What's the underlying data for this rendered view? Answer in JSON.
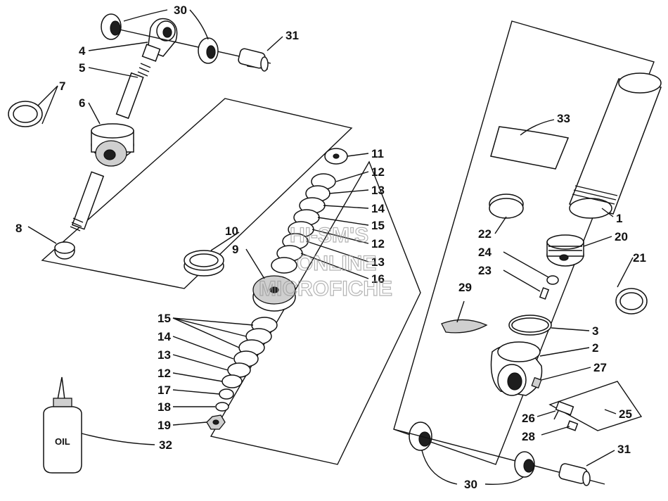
{
  "diagram": {
    "labels": {
      "p1": "1",
      "p2": "2",
      "p3": "3",
      "p4": "4",
      "p5": "5",
      "p6": "6",
      "p7": "7",
      "p8": "8",
      "p9": "9",
      "p10": "10",
      "p11": "11",
      "p12a": "12",
      "p13a": "13",
      "p14a": "14",
      "p15a": "15",
      "p12b": "12",
      "p13b": "13",
      "p16": "16",
      "p15b": "15",
      "p14b": "14",
      "p13c": "13",
      "p12c": "12",
      "p17": "17",
      "p18": "18",
      "p19": "19",
      "p20": "20",
      "p21": "21",
      "p22": "22",
      "p23": "23",
      "p24": "24",
      "p25": "25",
      "p26": "26",
      "p27": "27",
      "p28": "28",
      "p29": "29",
      "p30a": "30",
      "p30b": "30",
      "p31a": "31",
      "p31b": "31",
      "p32": "32",
      "p33": "33"
    },
    "bottle_label": "OIL",
    "watermark": {
      "line1": "HI-SM'S",
      "line2": "ONLINE",
      "line3": "MICROFICHE"
    }
  }
}
